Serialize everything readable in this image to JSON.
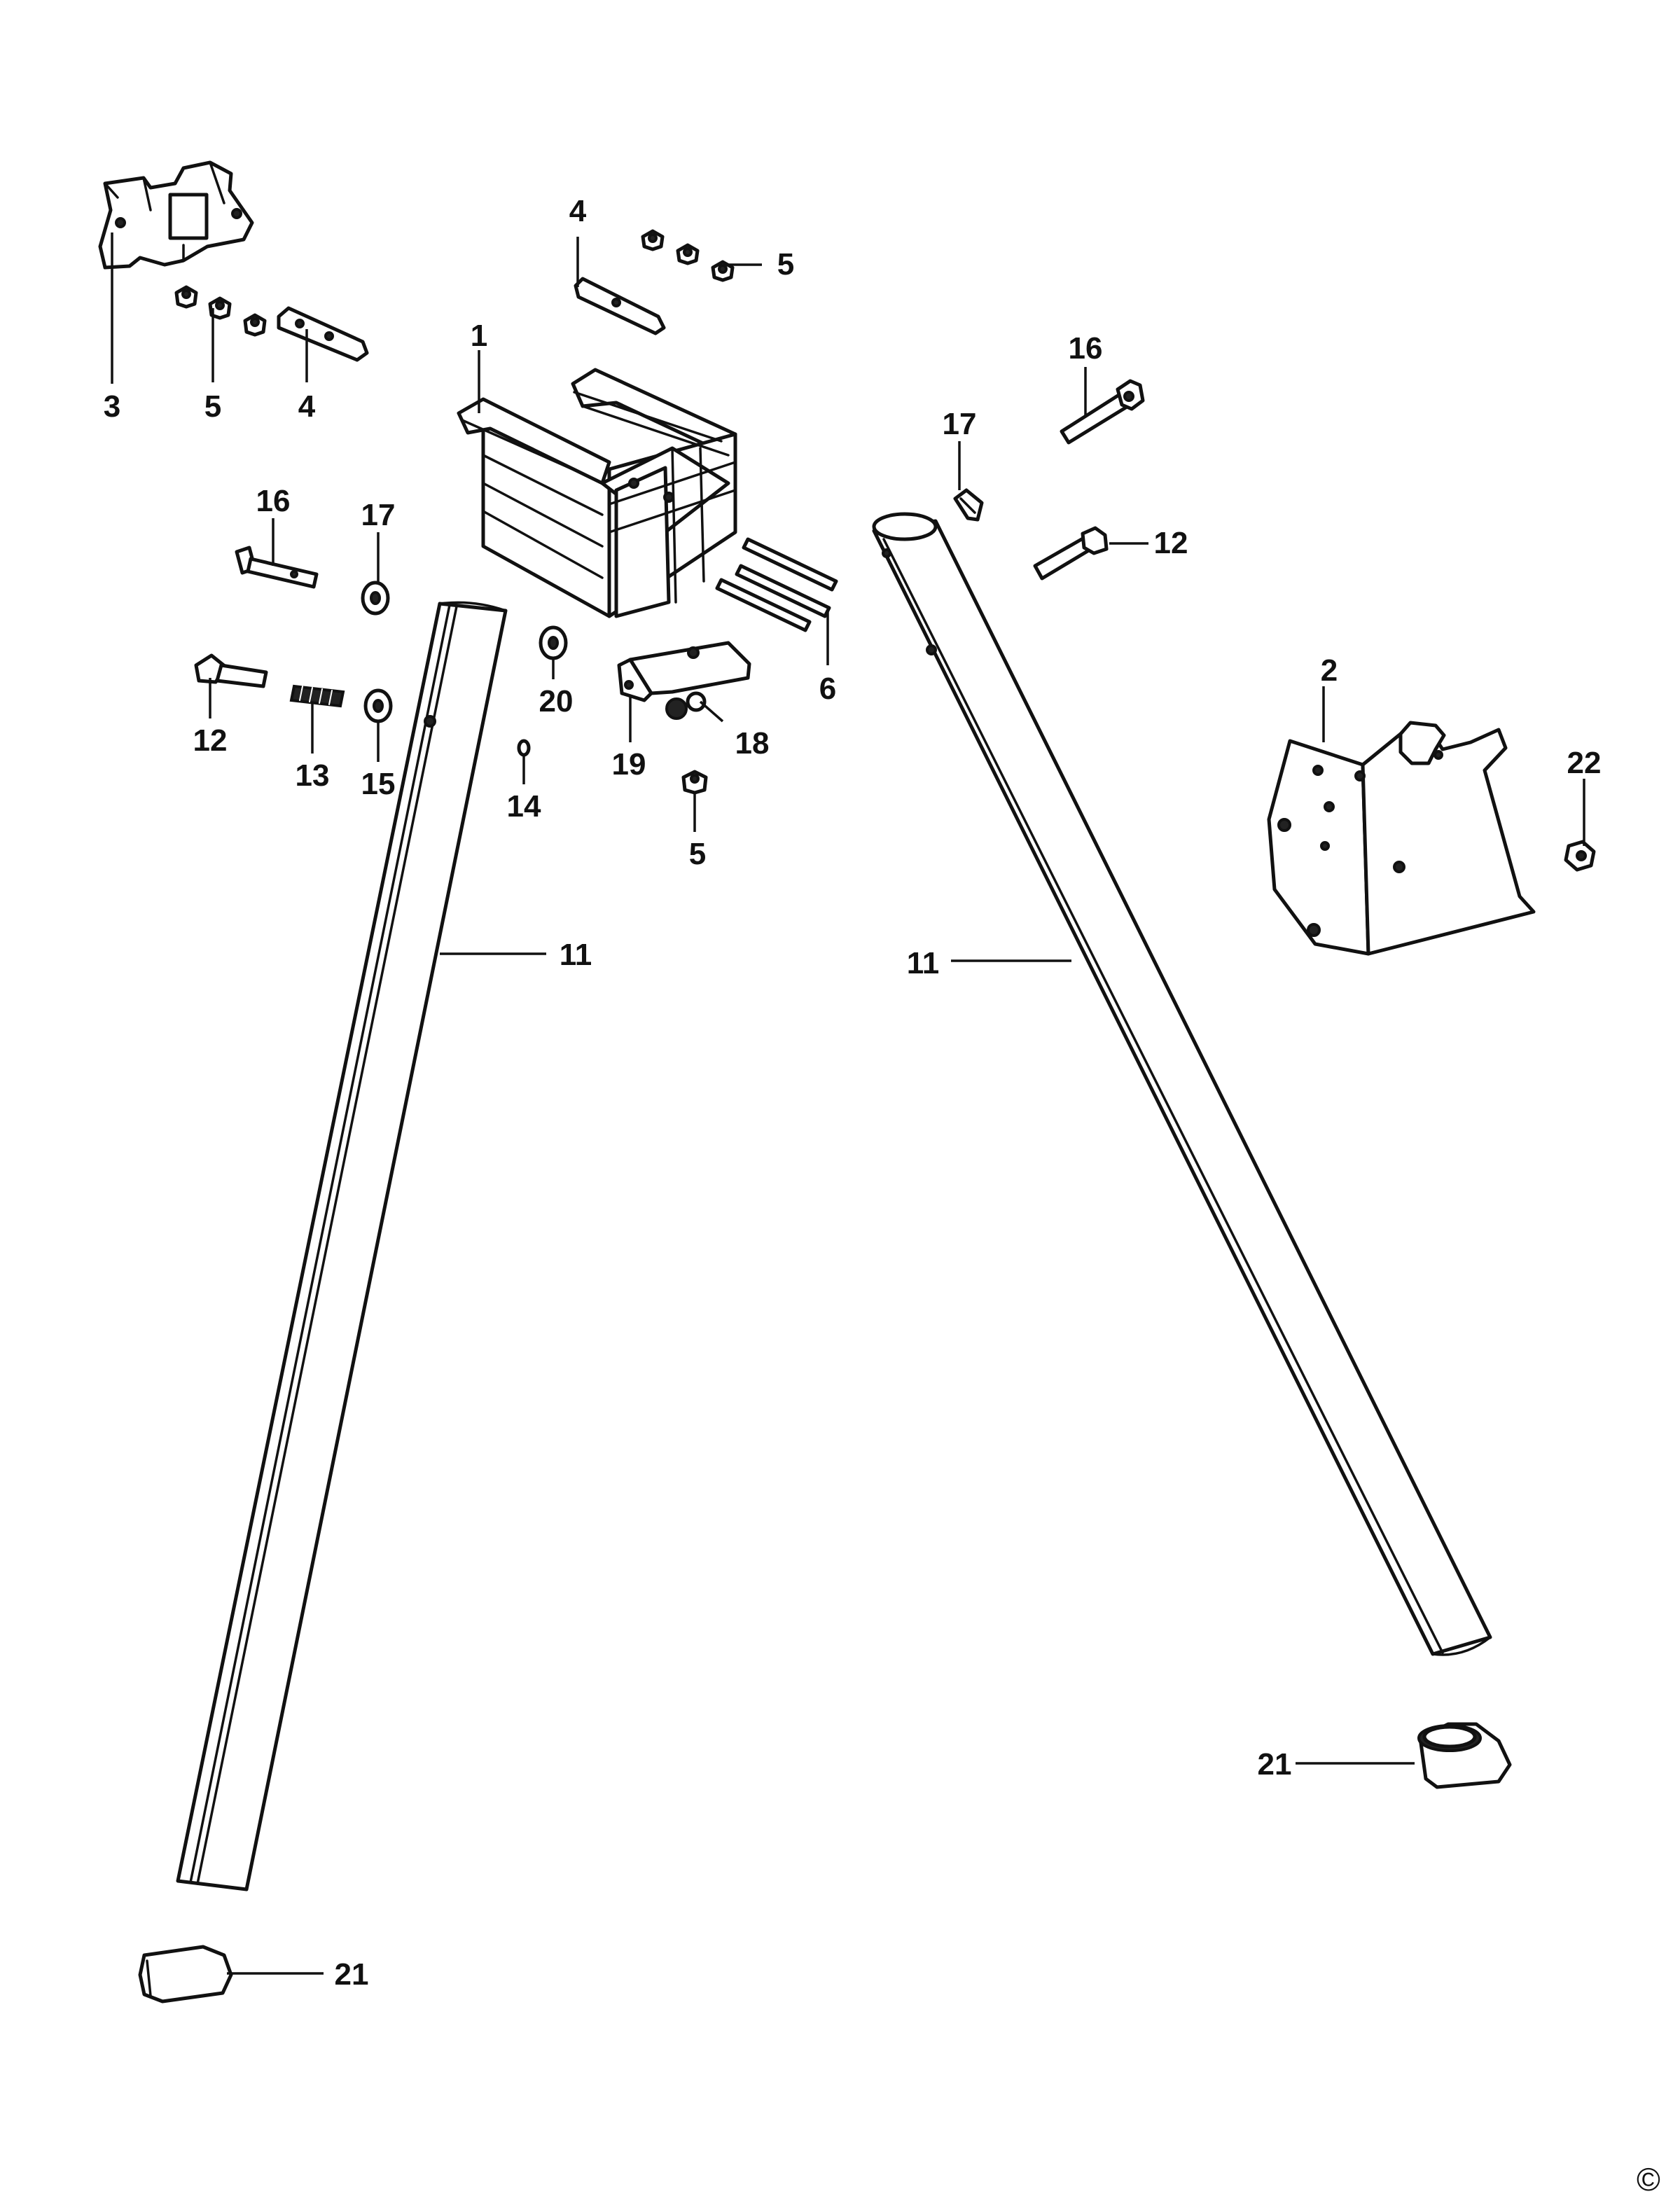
{
  "diagram": {
    "callouts": {
      "c1": "1",
      "c2": "2",
      "c3": "3",
      "c4a": "4",
      "c4b": "4",
      "c5a": "5",
      "c5b": "5",
      "c5c": "5",
      "c6": "6",
      "c11a": "11",
      "c11b": "11",
      "c12a": "12",
      "c12b": "12",
      "c13": "13",
      "c14": "14",
      "c15": "15",
      "c16a": "16",
      "c16b": "16",
      "c17a": "17",
      "c17b": "17",
      "c18": "18",
      "c19": "19",
      "c20": "20",
      "c21a": "21",
      "c21b": "21",
      "c22": "22"
    },
    "copyright_mark": "©"
  }
}
